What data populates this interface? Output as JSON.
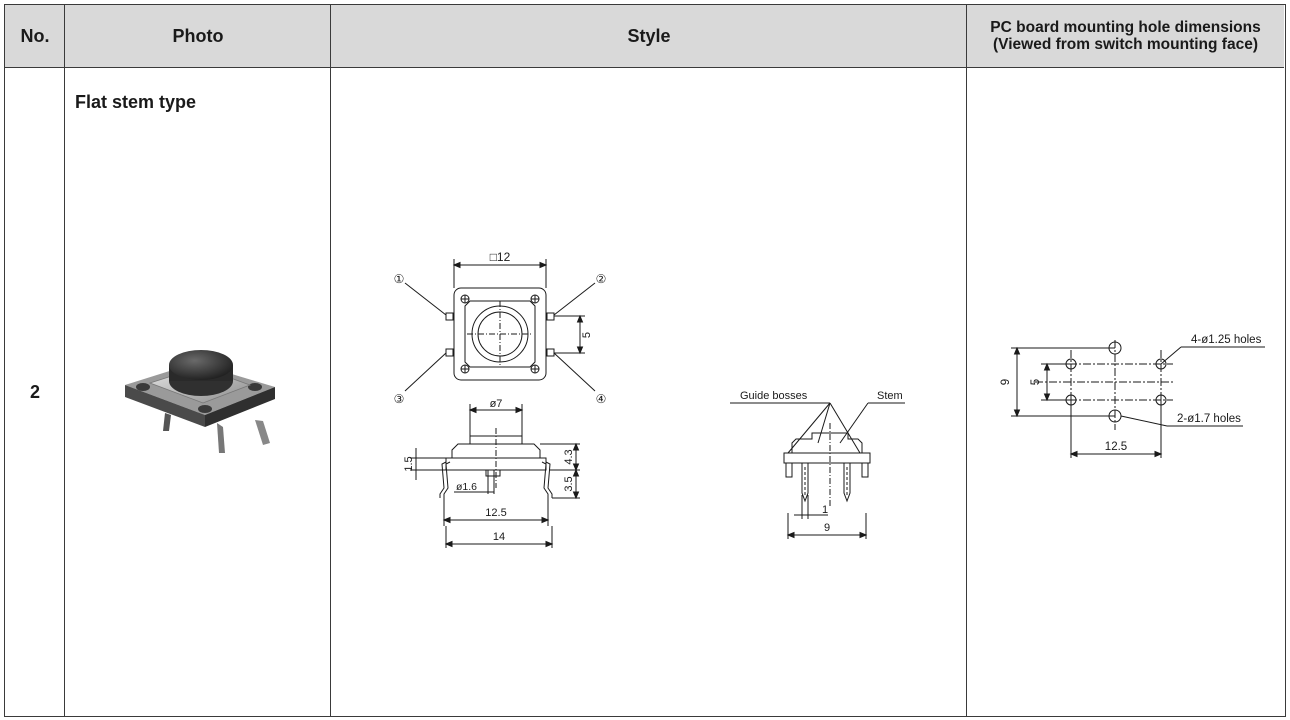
{
  "header": {
    "no": "No.",
    "photo": "Photo",
    "style": "Style",
    "mounting_line1": "PC board mounting hole dimensions",
    "mounting_line2": "(Viewed from switch mounting face)"
  },
  "row": {
    "number": "2",
    "type_label": "Flat stem type"
  },
  "top_view": {
    "size": "□12",
    "pin1": "①",
    "pin2": "②",
    "pin3": "③",
    "pin4": "④",
    "pitch": "5"
  },
  "side_view": {
    "cap_dia": "ø7",
    "height_top": "4.3",
    "height_bottom": "3.5",
    "left_dim": "1.5",
    "boss_dia": "ø1.6",
    "pin_span": "12.5",
    "width": "14"
  },
  "front_view": {
    "guide_bosses": "Guide bosses",
    "stem": "Stem",
    "small_dim": "1",
    "width": "9"
  },
  "mounting": {
    "holes_large": "4-ø1.25 holes",
    "holes_small": "2-ø1.7 holes",
    "vertical_outer": "9",
    "vertical_inner": "5",
    "horizontal": "12.5"
  }
}
